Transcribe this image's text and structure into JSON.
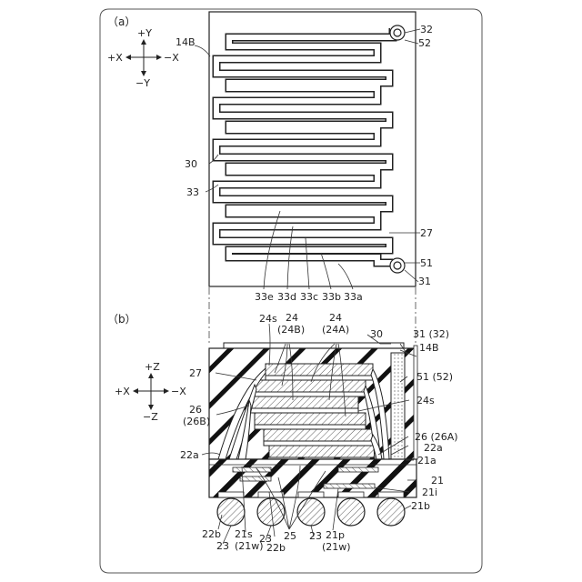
{
  "figure": {
    "panel_a": {
      "tag": "（a）",
      "axes": {
        "up": "+Y",
        "down": "−Y",
        "left": "+X",
        "right": "−X"
      },
      "labels": {
        "shield": "14B",
        "antenna": "30",
        "meander": "33",
        "mold": "27",
        "terminal_top": "32",
        "via_top": "52",
        "terminal_bottom": "51",
        "via_bottom": "31",
        "segments": [
          "33e",
          "33d",
          "33c",
          "33b",
          "33a"
        ]
      }
    },
    "panel_b": {
      "tag": "（b）",
      "axes": {
        "up": "+Z",
        "down": "−Z",
        "left": "+X",
        "right": "−X"
      },
      "labels": {
        "chip_s_top": "24s",
        "chip_24_left": "24",
        "chip_24B": "(24B)",
        "chip_24_right": "24",
        "chip_24A": "(24A)",
        "antenna": "30",
        "via_31_32": "31 (32)",
        "shield": "14B",
        "mold": "27",
        "via_51_52": "51 (52)",
        "chip_s_right": "24s",
        "adhesive_left": "26",
        "adhesive_26B": "(26B)",
        "adhesive_right": "26 (26A)",
        "pad_left": "22a",
        "pad_right": "22a",
        "sub_surface": "21a",
        "substrate": "21",
        "insulator": "21i",
        "sub_back": "21b",
        "ball_pad_1": "22b",
        "ball_pad_2": "22b",
        "wire_s": "21s",
        "wire_s_w": "(21w)",
        "wire_p": "21p",
        "wire_p_w": "(21w)",
        "ball_1": "23",
        "ball_2": "23",
        "ball_3": "23",
        "bond_wire": "25"
      }
    }
  }
}
